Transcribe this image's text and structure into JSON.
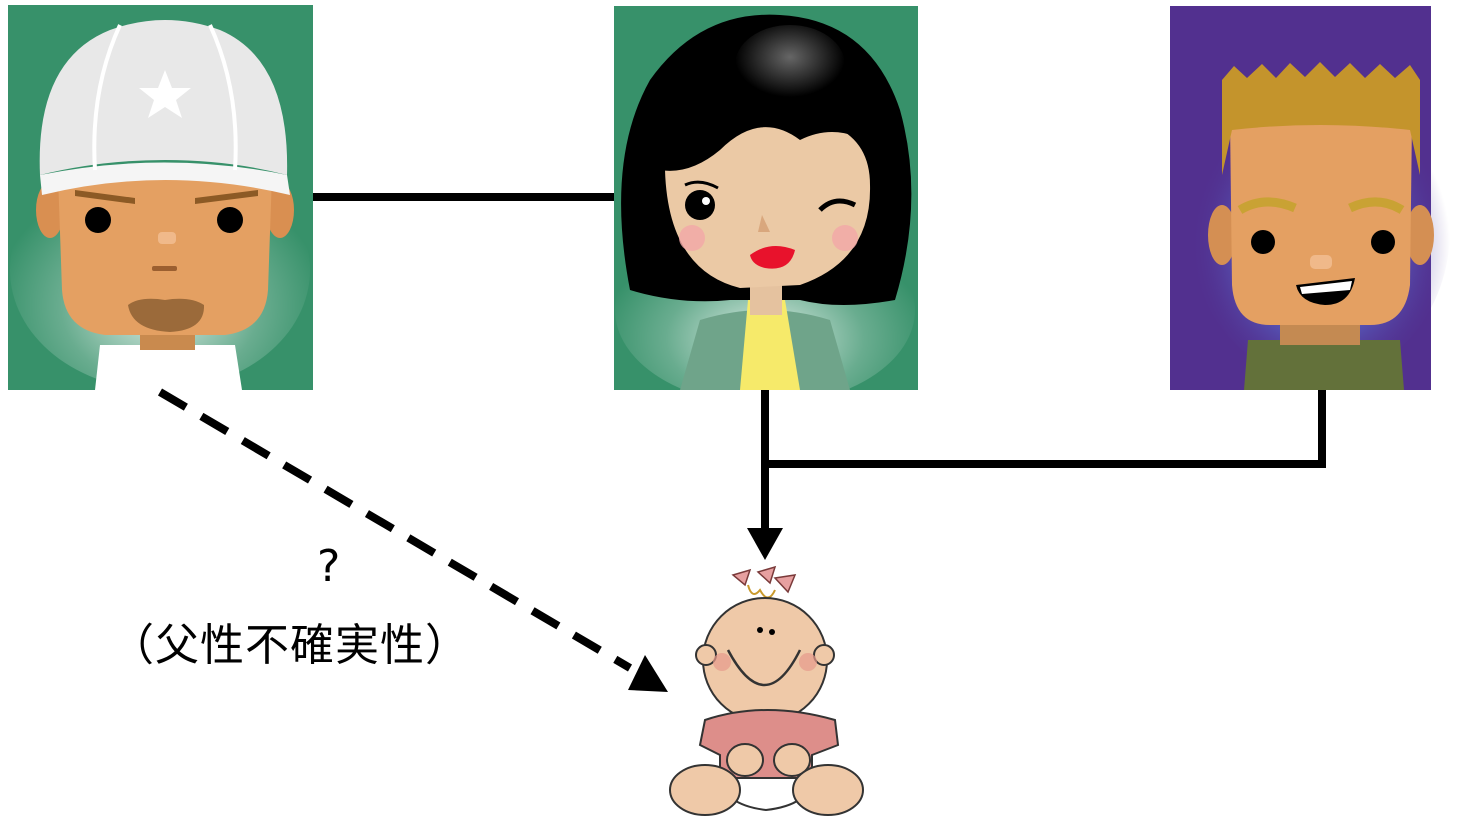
{
  "annotation": {
    "question_mark": "?",
    "label": "（父性不確実性）"
  },
  "nodes": [
    {
      "role": "man with cap",
      "bg": "#37916a"
    },
    {
      "role": "woman",
      "bg": "#37916a"
    },
    {
      "role": "blond man",
      "bg": "#52308f"
    },
    {
      "role": "baby girl",
      "bg": "#ffffff"
    }
  ],
  "colors": {
    "skin_tan": "#e4a062",
    "skin_baby": "#efc9a8",
    "line": "#000000"
  }
}
